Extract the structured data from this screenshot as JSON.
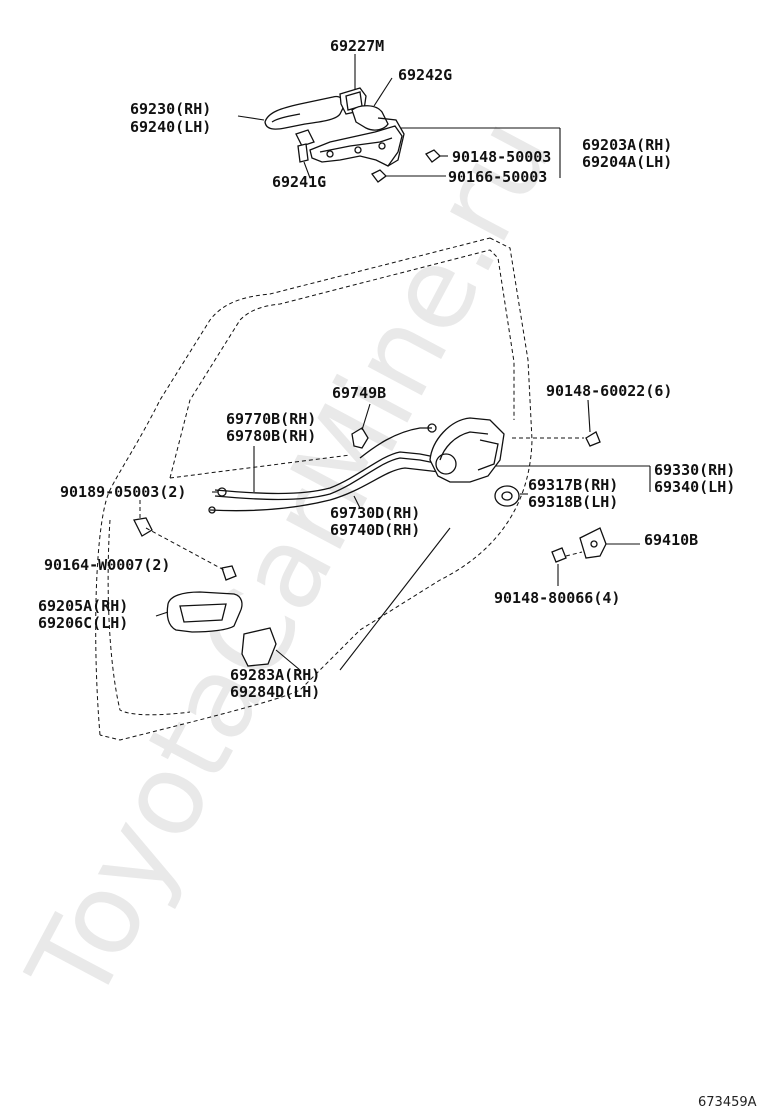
{
  "watermark": "ToyotaCarMine.ru",
  "diagram_code": "673459A",
  "labels": {
    "p69227M": "69227M",
    "p69242G": "69242G",
    "p69230": "69230(RH)",
    "p69240": "69240(LH)",
    "p69241G": "69241G",
    "p90148_50003": "90148-50003",
    "p90166_50003": "90166-50003",
    "p69203A": "69203A(RH)",
    "p69204A": "69204A(LH)",
    "p69749B": "69749B",
    "p90148_60022": "90148-60022(6)",
    "p69770B": "69770B(RH)",
    "p69780B": "69780B(RH)",
    "p90189_05003": "90189-05003(2)",
    "p69330": "69330(RH)",
    "p69340": "69340(LH)",
    "p69317B": "69317B(RH)",
    "p69318B": "69318B(LH)",
    "p69730D": "69730D(RH)",
    "p69740D": "69740D(RH)",
    "p69410B": "69410B",
    "p90164_W0007": "90164-W0007(2)",
    "p90148_80066": "90148-80066(4)",
    "p69205A": "69205A(RH)",
    "p69206C": "69206C(LH)",
    "p69283A": "69283A(RH)",
    "p69284D": "69284D(LH)"
  }
}
